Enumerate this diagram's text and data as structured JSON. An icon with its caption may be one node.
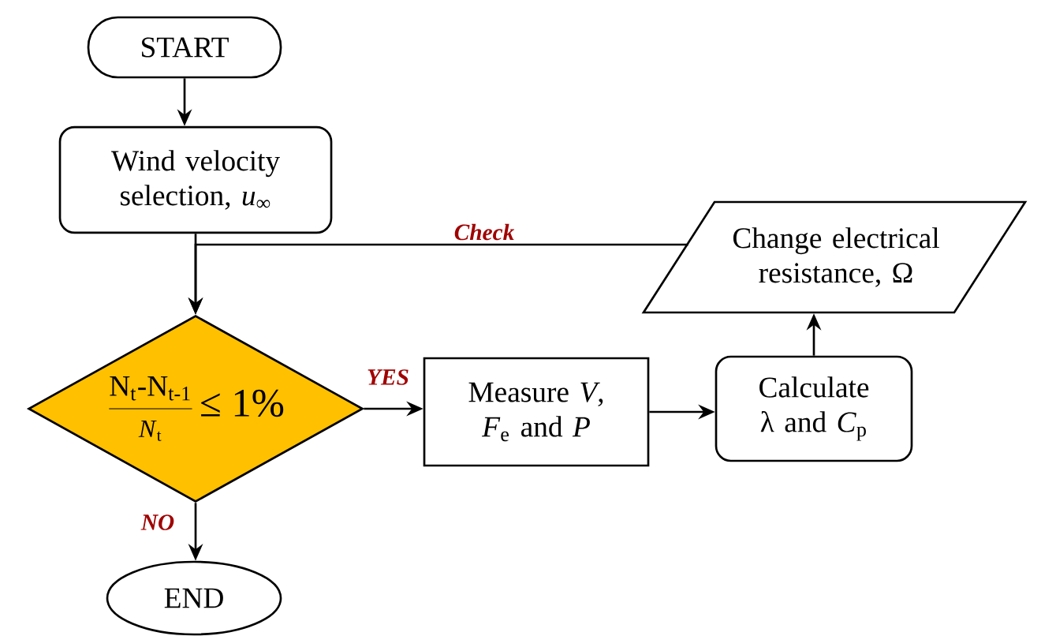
{
  "diagram": {
    "nodes": [
      {
        "text": [
          "START"
        ]
      },
      {
        "text": [
          "Wind velocity selection, *u*$_{∞}$"
        ]
      },
      {
        "text": [
          "N$_{t}$-N$_{t-1}$",
          "*N*$_{t}$",
          "≤ 1%"
        ]
      },
      {
        "text": [
          "END"
        ]
      },
      {
        "text": [
          "Measure *V*, *F*$_{e}$ and *P*"
        ]
      },
      {
        "text": [
          "Calculate λ and *C*$_{p}$"
        ]
      },
      {
        "text": [
          "Change electrical resistance, Ω"
        ]
      }
    ],
    "edges": [
      {
        "from": 0,
        "to": 1,
        "arrow": "to"
      },
      {
        "from": 1,
        "to": 2,
        "arrow": "to"
      },
      {
        "from": 2,
        "to": 4,
        "arrow": "to",
        "label": "YES"
      },
      {
        "from": 2,
        "to": 3,
        "arrow": "to",
        "label": "NO"
      },
      {
        "from": 4,
        "to": 5,
        "arrow": "to"
      },
      {
        "from": 5,
        "to": 6,
        "arrow": "to"
      },
      {
        "from": 6,
        "to": 2,
        "arrow": "to",
        "label": "Check"
      }
    ]
  }
}
